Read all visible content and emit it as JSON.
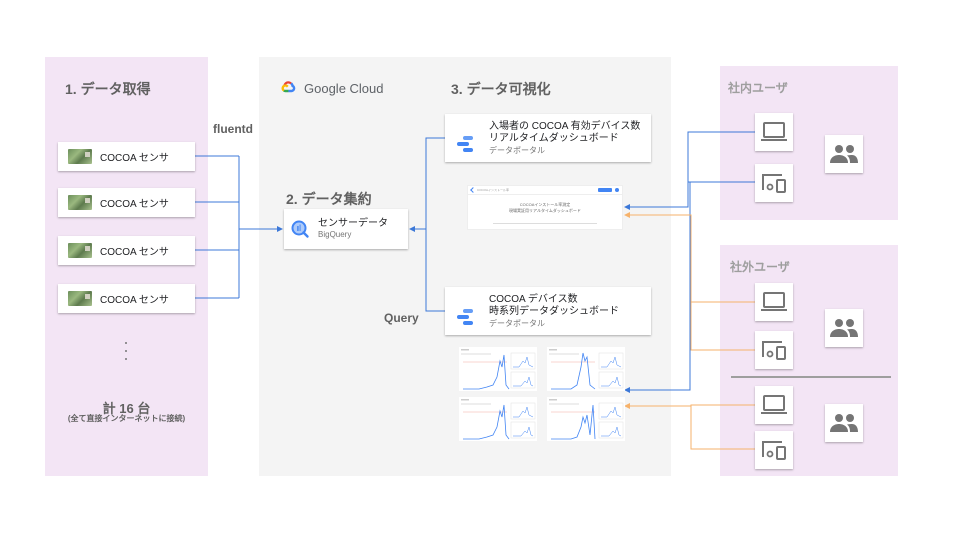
{
  "sections": {
    "acquire": {
      "title": "1. データ取得"
    },
    "aggregate": {
      "title": "2. データ集約"
    },
    "visualize": {
      "title": "3. データ可視化"
    },
    "internal_users": {
      "title": "社内ユーザ"
    },
    "external_users": {
      "title": "社外ユーザ"
    }
  },
  "sensors": [
    {
      "label": "COCOA センサ",
      "icon": "raspberry-pi-board-icon"
    },
    {
      "label": "COCOA センサ",
      "icon": "raspberry-pi-board-icon"
    },
    {
      "label": "COCOA センサ",
      "icon": "raspberry-pi-board-icon"
    },
    {
      "label": "COCOA センサ",
      "icon": "raspberry-pi-board-icon"
    }
  ],
  "ellipsis": "⋮",
  "total": {
    "count_label": "計 16 台",
    "note": "(全て直接インターネットに接続)"
  },
  "connector_labels": {
    "fluentd": "fluentd",
    "query": "Query"
  },
  "cloud": {
    "logo_text": "Google Cloud"
  },
  "bigquery": {
    "title": "センサーデータ",
    "service": "BigQuery",
    "icon": "bigquery-icon"
  },
  "dashboards": [
    {
      "title_line1": "入場者の COCOA 有効デバイス数",
      "title_line2": "リアルタイムダッシュボード",
      "service": "データポータル",
      "icon": "data-studio-icon",
      "preview": {
        "header": "COCOAインストール率",
        "line1": "COCOAインストール率測定",
        "line2": "現場実証用リアルタイムダッシュボード"
      }
    },
    {
      "title_line1": "COCOA デバイス数",
      "title_line2": "時系列データダッシュボード",
      "service": "データポータル",
      "icon": "data-studio-icon"
    }
  ],
  "colors": {
    "flow_blue": "#3c78d8",
    "flow_orange": "#f6b26b",
    "panel_purple": "#f3e5f5",
    "panel_gray": "#f4f4f4",
    "icon_gray": "#757575"
  }
}
